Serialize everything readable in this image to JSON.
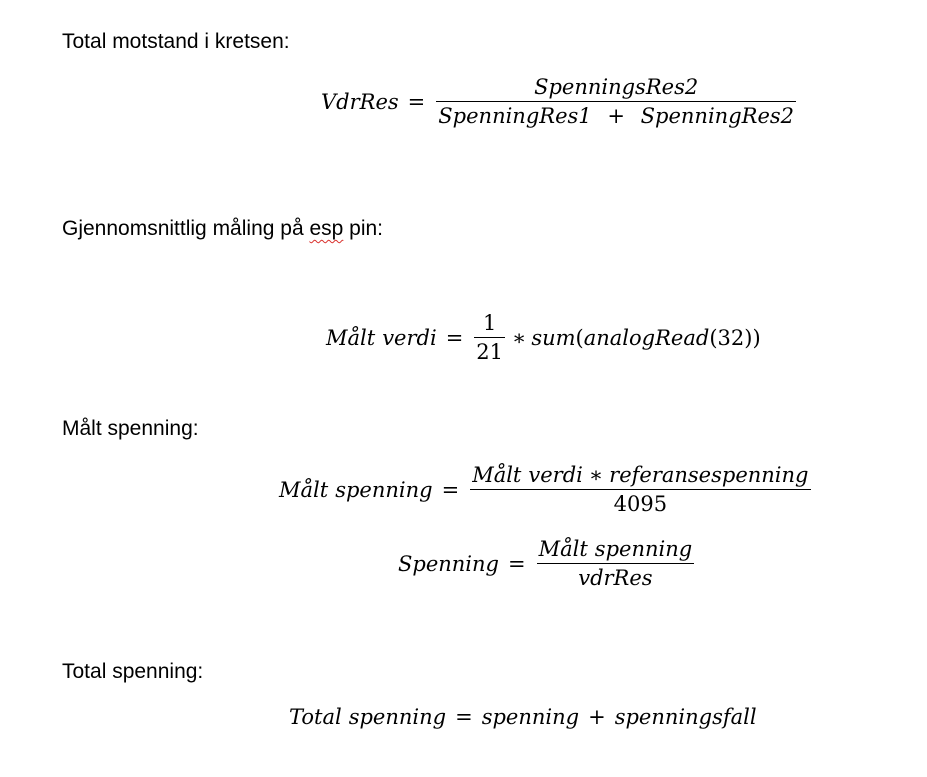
{
  "sections": {
    "total_resistance": {
      "heading": "Total motstand i kretsen:",
      "equation": {
        "lhs": "VdrRes",
        "eq": "=",
        "numerator": "SpenningsRes2",
        "den_term1": "SpenningRes1",
        "den_plus": "+",
        "den_term2": "SpenningRes2"
      }
    },
    "average_measurement": {
      "heading_part1": "Gjennomsnittlig måling på ",
      "heading_squiggle": "esp",
      "heading_part2": " pin:",
      "equation": {
        "lhs_word1": "Målt",
        "lhs_word2": "verdi",
        "eq": "=",
        "numerator": "1",
        "denominator": "21",
        "times": "∗",
        "func": "sum",
        "open1": "(",
        "inner_func": "analogRead",
        "open2": "(",
        "arg": "32",
        "close": "))"
      }
    },
    "measured_voltage": {
      "heading": "Målt spenning:",
      "equation1": {
        "lhs_word1": "Målt",
        "lhs_word2": "spenning",
        "eq": "=",
        "num_word1": "Målt",
        "num_word2": "verdi",
        "times": "∗",
        "num_word3": "referansespenning",
        "denominator": "4095"
      },
      "equation2": {
        "lhs": "Spenning",
        "eq": "=",
        "num_word1": "Målt",
        "num_word2": "spenning",
        "denominator": "vdrRes"
      }
    },
    "total_voltage": {
      "heading": "Total spenning:",
      "equation": {
        "lhs_word1": "Total",
        "lhs_word2": "spenning",
        "eq": "=",
        "term1": "spenning",
        "plus": "+",
        "term2": "spenningsfall"
      }
    }
  },
  "colors": {
    "text": "#000000",
    "spellcheck_underline": "#d9302c"
  }
}
